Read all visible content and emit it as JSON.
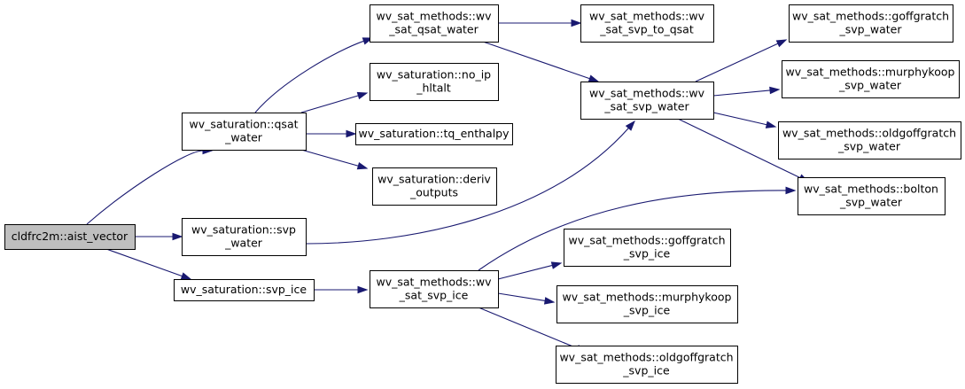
{
  "nodes": [
    {
      "id": "aist_vector",
      "lines": [
        "cldfrc2m::aist_vector"
      ],
      "root": true
    },
    {
      "id": "qsat_water",
      "lines": [
        "wv_saturation::qsat",
        "_water"
      ]
    },
    {
      "id": "svp_water",
      "lines": [
        "wv_saturation::svp",
        "_water"
      ]
    },
    {
      "id": "svp_ice",
      "lines": [
        "wv_saturation::svp_ice"
      ]
    },
    {
      "id": "wv_qsat_water",
      "lines": [
        "wv_sat_methods::wv",
        "_sat_qsat_water"
      ]
    },
    {
      "id": "no_ip_hltalt",
      "lines": [
        "wv_saturation::no_ip",
        "_hltalt"
      ]
    },
    {
      "id": "tq_enthalpy",
      "lines": [
        "wv_saturation::tq_enthalpy"
      ]
    },
    {
      "id": "deriv_outputs",
      "lines": [
        "wv_saturation::deriv",
        "_outputs"
      ]
    },
    {
      "id": "wv_svp_to_qsat",
      "lines": [
        "wv_sat_methods::wv",
        "_sat_svp_to_qsat"
      ]
    },
    {
      "id": "wv_svp_water",
      "lines": [
        "wv_sat_methods::wv",
        "_sat_svp_water"
      ]
    },
    {
      "id": "wv_svp_ice",
      "lines": [
        "wv_sat_methods::wv",
        "_sat_svp_ice"
      ]
    },
    {
      "id": "goffgratch_water",
      "lines": [
        "wv_sat_methods::goffgratch",
        "_svp_water"
      ]
    },
    {
      "id": "murphykoop_water",
      "lines": [
        "wv_sat_methods::murphykoop",
        "_svp_water"
      ]
    },
    {
      "id": "oldgoffgratch_water",
      "lines": [
        "wv_sat_methods::oldgoffgratch",
        "_svp_water"
      ]
    },
    {
      "id": "bolton_water",
      "lines": [
        "wv_sat_methods::bolton",
        "_svp_water"
      ]
    },
    {
      "id": "goffgratch_ice",
      "lines": [
        "wv_sat_methods::goffgratch",
        "_svp_ice"
      ]
    },
    {
      "id": "murphykoop_ice",
      "lines": [
        "wv_sat_methods::murphykoop",
        "_svp_ice"
      ]
    },
    {
      "id": "oldgoffgratch_ice",
      "lines": [
        "wv_sat_methods::oldgoffgratch",
        "_svp_ice"
      ]
    }
  ],
  "edges": [
    {
      "from": "aist_vector",
      "to": "qsat_water"
    },
    {
      "from": "aist_vector",
      "to": "svp_water"
    },
    {
      "from": "aist_vector",
      "to": "svp_ice"
    },
    {
      "from": "qsat_water",
      "to": "wv_qsat_water"
    },
    {
      "from": "qsat_water",
      "to": "no_ip_hltalt"
    },
    {
      "from": "qsat_water",
      "to": "tq_enthalpy"
    },
    {
      "from": "qsat_water",
      "to": "deriv_outputs"
    },
    {
      "from": "wv_qsat_water",
      "to": "wv_svp_to_qsat"
    },
    {
      "from": "wv_qsat_water",
      "to": "wv_svp_water"
    },
    {
      "from": "svp_water",
      "to": "wv_svp_water"
    },
    {
      "from": "wv_svp_water",
      "to": "goffgratch_water"
    },
    {
      "from": "wv_svp_water",
      "to": "murphykoop_water"
    },
    {
      "from": "wv_svp_water",
      "to": "oldgoffgratch_water"
    },
    {
      "from": "wv_svp_water",
      "to": "bolton_water"
    },
    {
      "from": "svp_ice",
      "to": "wv_svp_ice"
    },
    {
      "from": "wv_svp_ice",
      "to": "bolton_water"
    },
    {
      "from": "wv_svp_ice",
      "to": "goffgratch_ice"
    },
    {
      "from": "wv_svp_ice",
      "to": "murphykoop_ice"
    },
    {
      "from": "wv_svp_ice",
      "to": "oldgoffgratch_ice"
    }
  ]
}
